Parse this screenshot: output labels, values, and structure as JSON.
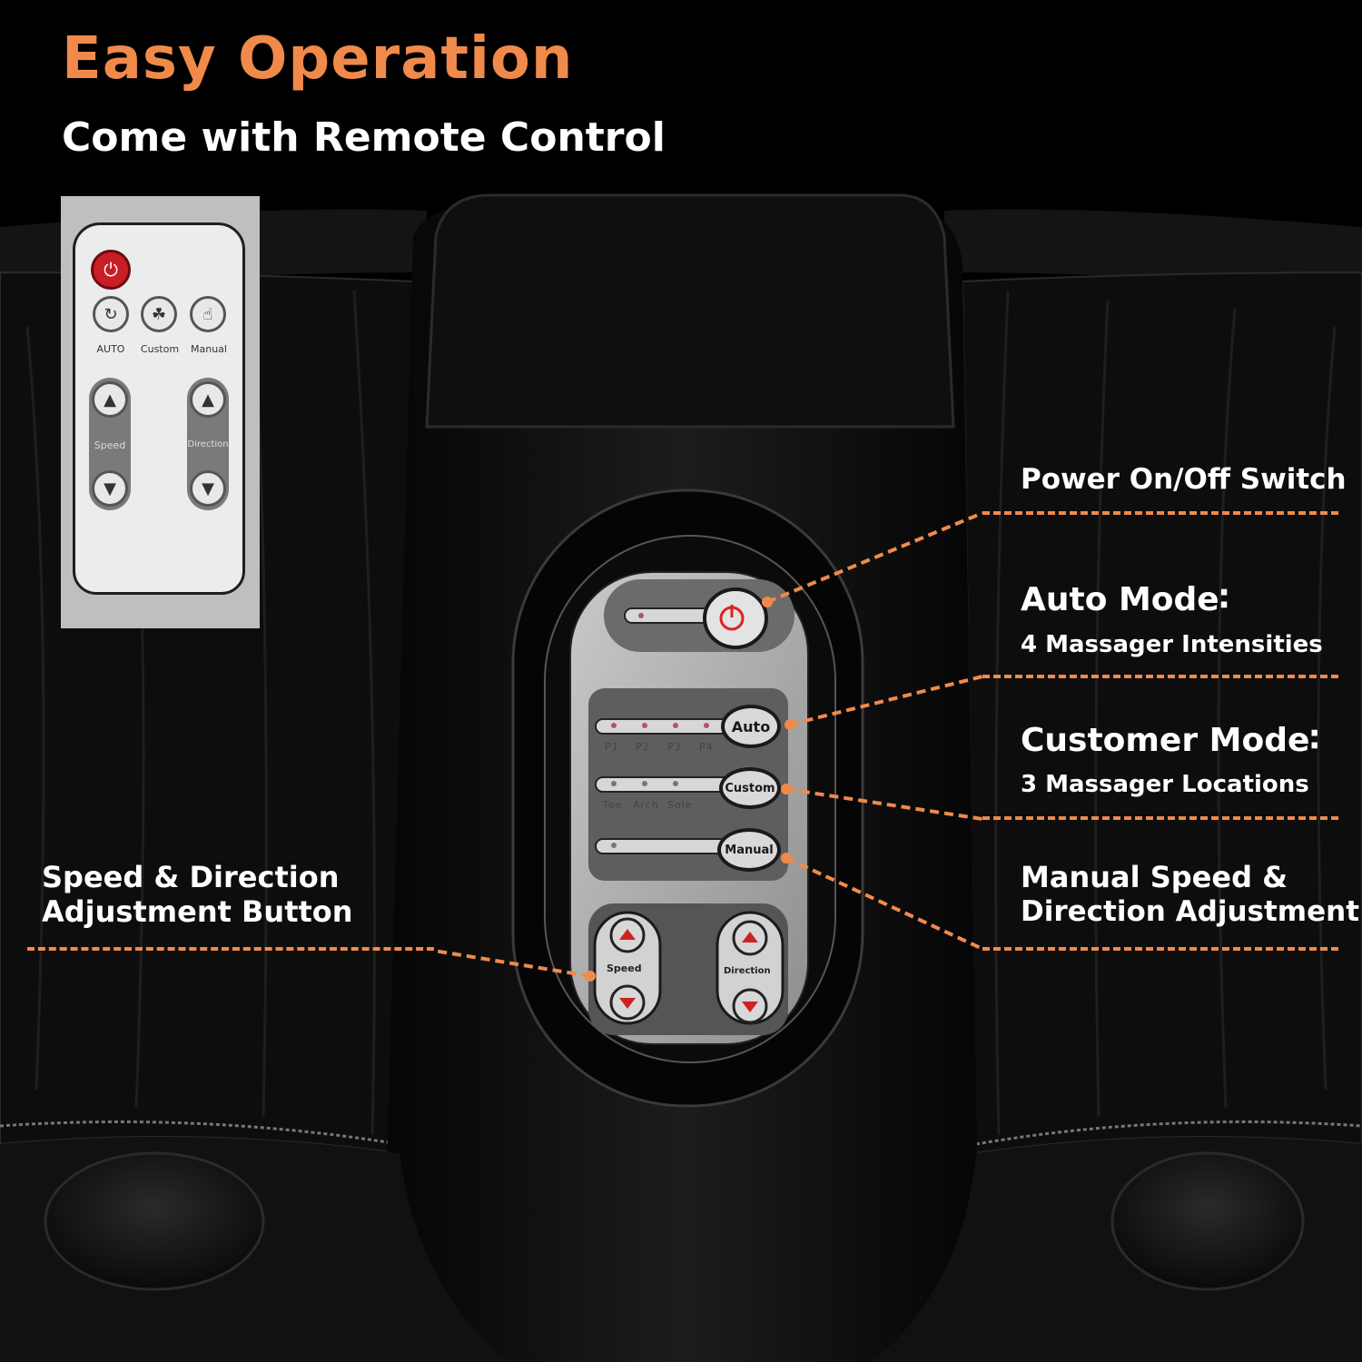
{
  "headline": "Easy Operation",
  "subheadline": "Come with Remote Control",
  "accent_color": "#f08a4b",
  "remote": {
    "mode_labels": [
      "AUTO",
      "Custom",
      "Manual"
    ],
    "speed_label": "Speed",
    "direction_label": "Direction"
  },
  "panel": {
    "auto_button": "Auto",
    "custom_button": "Custom",
    "manual_button": "Manual",
    "auto_levels": [
      "P1",
      "P2",
      "P3",
      "P4"
    ],
    "custom_locations": [
      "Toe",
      "Arch",
      "Sole"
    ],
    "speed_label": "Speed",
    "direction_label": "Direction"
  },
  "callouts": {
    "power": "Power On/Off Switch",
    "auto_title": "Auto Mode∶",
    "auto_sub": "4 Massager Intensities",
    "customer_title": "Customer Mode∶",
    "customer_sub": "3 Massager Locations",
    "manual_line1": "Manual Speed &",
    "manual_line2": "Direction Adjustment",
    "speed_line1": "Speed & Direction",
    "speed_line2": "Adjustment Button"
  }
}
